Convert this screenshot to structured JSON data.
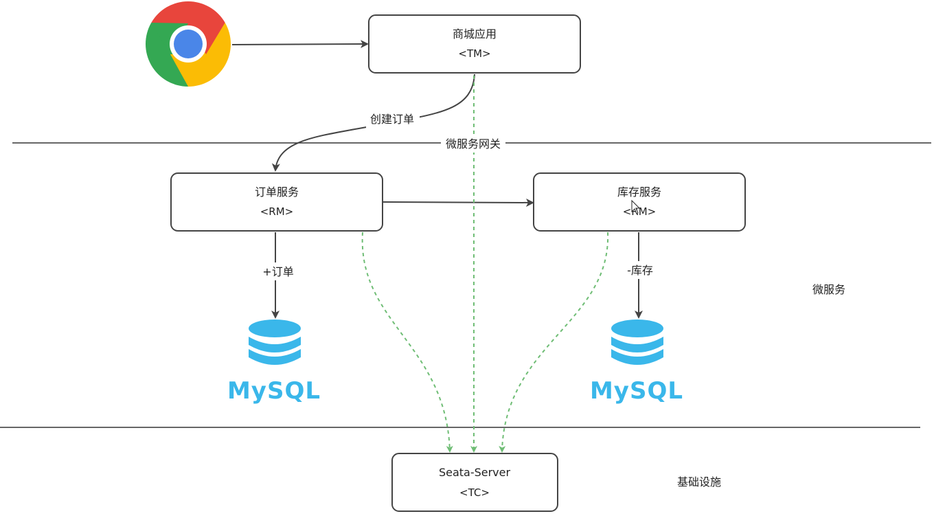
{
  "colors": {
    "box_border": "#444444",
    "solid_arrow": "#444444",
    "dashed_arrow": "#6fbd75",
    "separator": "#333333",
    "mysql_blue": "#3ab7ea"
  },
  "icons": {
    "browser": "chrome-icon",
    "database": "mysql-database-icon"
  },
  "boxes": {
    "tm": {
      "title": "商城应用",
      "role": "<TM>"
    },
    "order": {
      "title": "订单服务",
      "role": "<RM>"
    },
    "stock": {
      "title": "库存服务",
      "role": "<RM>"
    },
    "tc": {
      "title": "Seata-Server",
      "role": "<TC>"
    }
  },
  "edges": {
    "create_order": "创建订单",
    "add_order": "+订单",
    "minus_stock": "-库存"
  },
  "layers": {
    "gateway": "微服务网关",
    "microservice": "微服务",
    "infrastructure": "基础设施"
  },
  "databases": {
    "order_db": "MySQL",
    "stock_db": "MySQL"
  }
}
